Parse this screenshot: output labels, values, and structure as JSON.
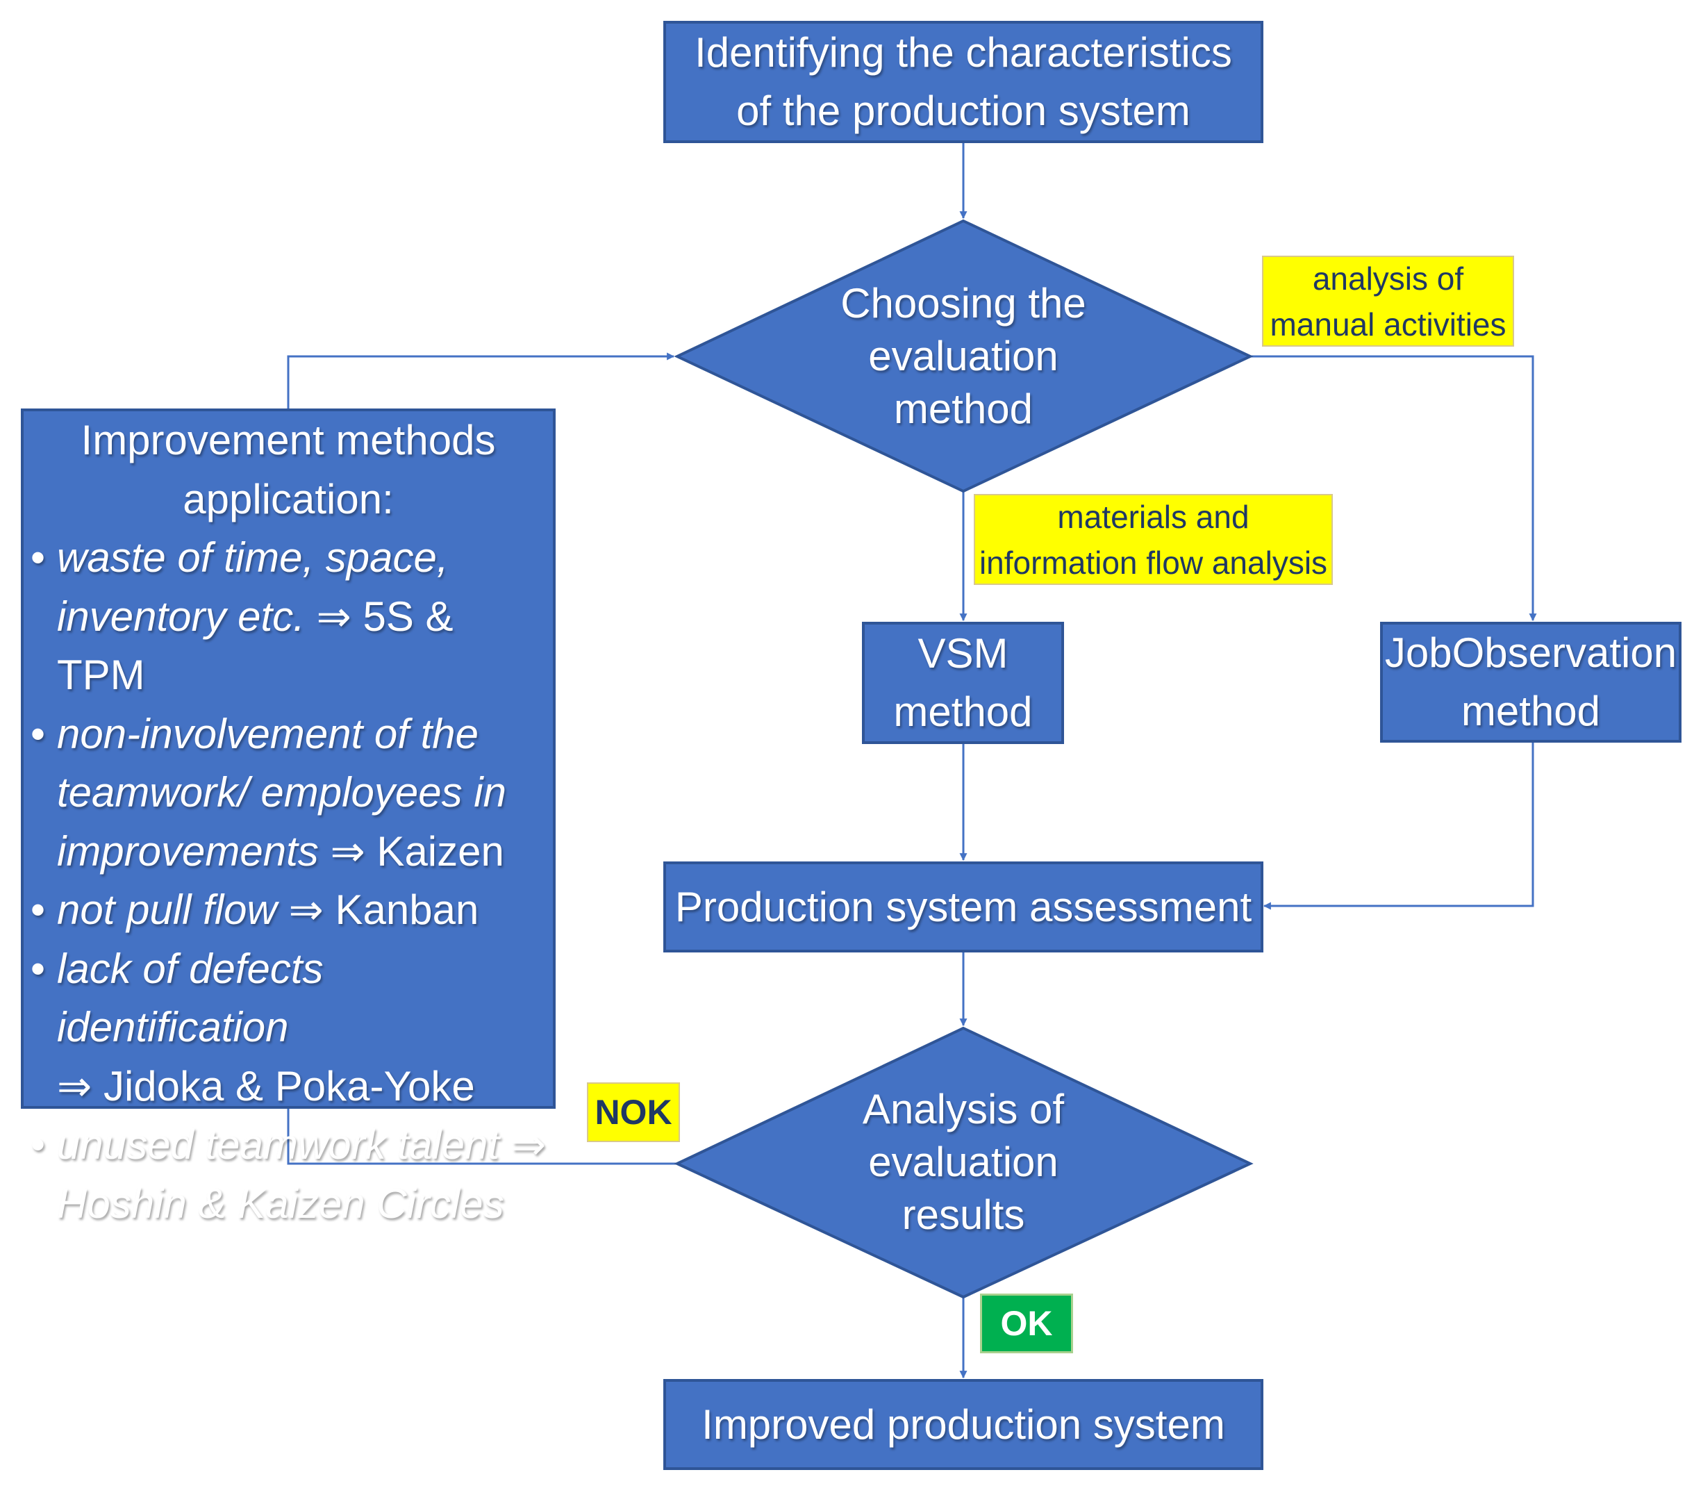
{
  "colors": {
    "box_fill": "#4472C4",
    "box_border": "#2F5597",
    "note_fill": "#FFFF00",
    "ok_fill": "#00B050",
    "connector": "#4472C4"
  },
  "nodes": {
    "identify": {
      "line1": "Identifying the characteristics",
      "line2": "of the production system"
    },
    "choose": {
      "line1": "Choosing the",
      "line2": "evaluation",
      "line3": "method"
    },
    "vsm": {
      "line1": "VSM",
      "line2": "method"
    },
    "job": {
      "line1": "JobObservation",
      "line2": "method"
    },
    "assess": {
      "label": "Production system assessment"
    },
    "analysis": {
      "line1": "Analysis of",
      "line2": "evaluation",
      "line3": "results"
    },
    "improved": {
      "label": "Improved production system"
    }
  },
  "notes": {
    "manual": {
      "line1": "analysis of",
      "line2": "manual activities"
    },
    "flow": {
      "line1": "materials and",
      "line2": "information flow analysis"
    }
  },
  "badges": {
    "nok": "NOK",
    "ok": "OK"
  },
  "improvement": {
    "title_line1": "Improvement methods",
    "title_line2": "application:",
    "items": [
      {
        "lines": [
          {
            "it": "waste of time, space,"
          },
          {
            "it": "inventory etc.",
            "arrow": "⇒",
            "tail": "5S & TPM"
          }
        ]
      },
      {
        "lines": [
          {
            "it": "non-involvement of the"
          },
          {
            "it": "teamwork/ employees in"
          },
          {
            "it": "improvements",
            "arrow": "⇒",
            "tail": "Kaizen"
          }
        ]
      },
      {
        "lines": [
          {
            "it": "not pull flow",
            "arrow": "⇒",
            "tail": "Kanban"
          }
        ]
      },
      {
        "lines": [
          {
            "it": "lack of defects identification"
          },
          {
            "arrow": "⇒",
            "tail": "Jidoka & Poka-Yoke"
          }
        ]
      },
      {
        "lines": [
          {
            "it": "unused teamwork talent",
            "arrow": "⇒"
          },
          {
            "it": "Hoshin & Kaizen Circles"
          }
        ]
      }
    ]
  }
}
